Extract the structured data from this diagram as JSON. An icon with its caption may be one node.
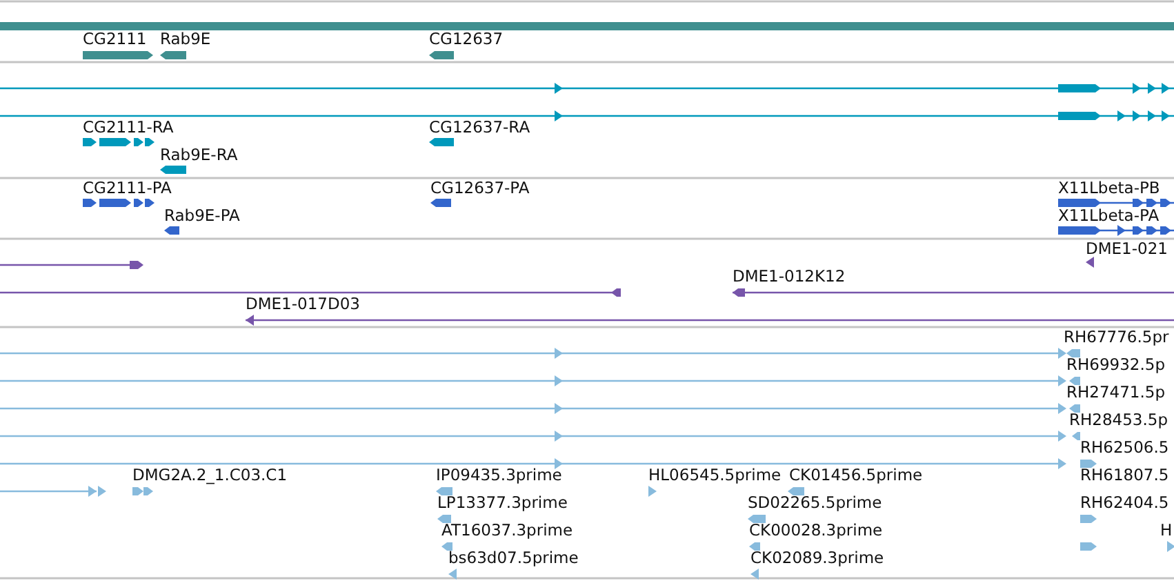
{
  "diagram": {
    "labels": [
      "CG2111",
      "Rab9E",
      "CG12637",
      "CG2111-RA",
      "CG12637-RA",
      "Rab9E-RA",
      "CG2111-PA",
      "CG12637-PA",
      "X11Lbeta-PB",
      "Rab9E-PA",
      "X11Lbeta-PA",
      "DME1-021",
      "DME1-012K12",
      "DME1-017D03",
      "RH67776.5pr",
      "RH69932.5p",
      "RH27471.5p",
      "RH28453.5p",
      "RH62506.5",
      "DMG2A.2_1.C03.C1",
      "IP09435.3prime",
      "HL06545.5prime",
      "CK01456.5prime",
      "RH61807.5",
      "LP13377.3prime",
      "SD02265.5prime",
      "RH62404.5",
      "AT16037.3prime",
      "CK00028.3prime",
      "H",
      "bs63d07.5prime",
      "CK02089.3prime"
    ]
  }
}
